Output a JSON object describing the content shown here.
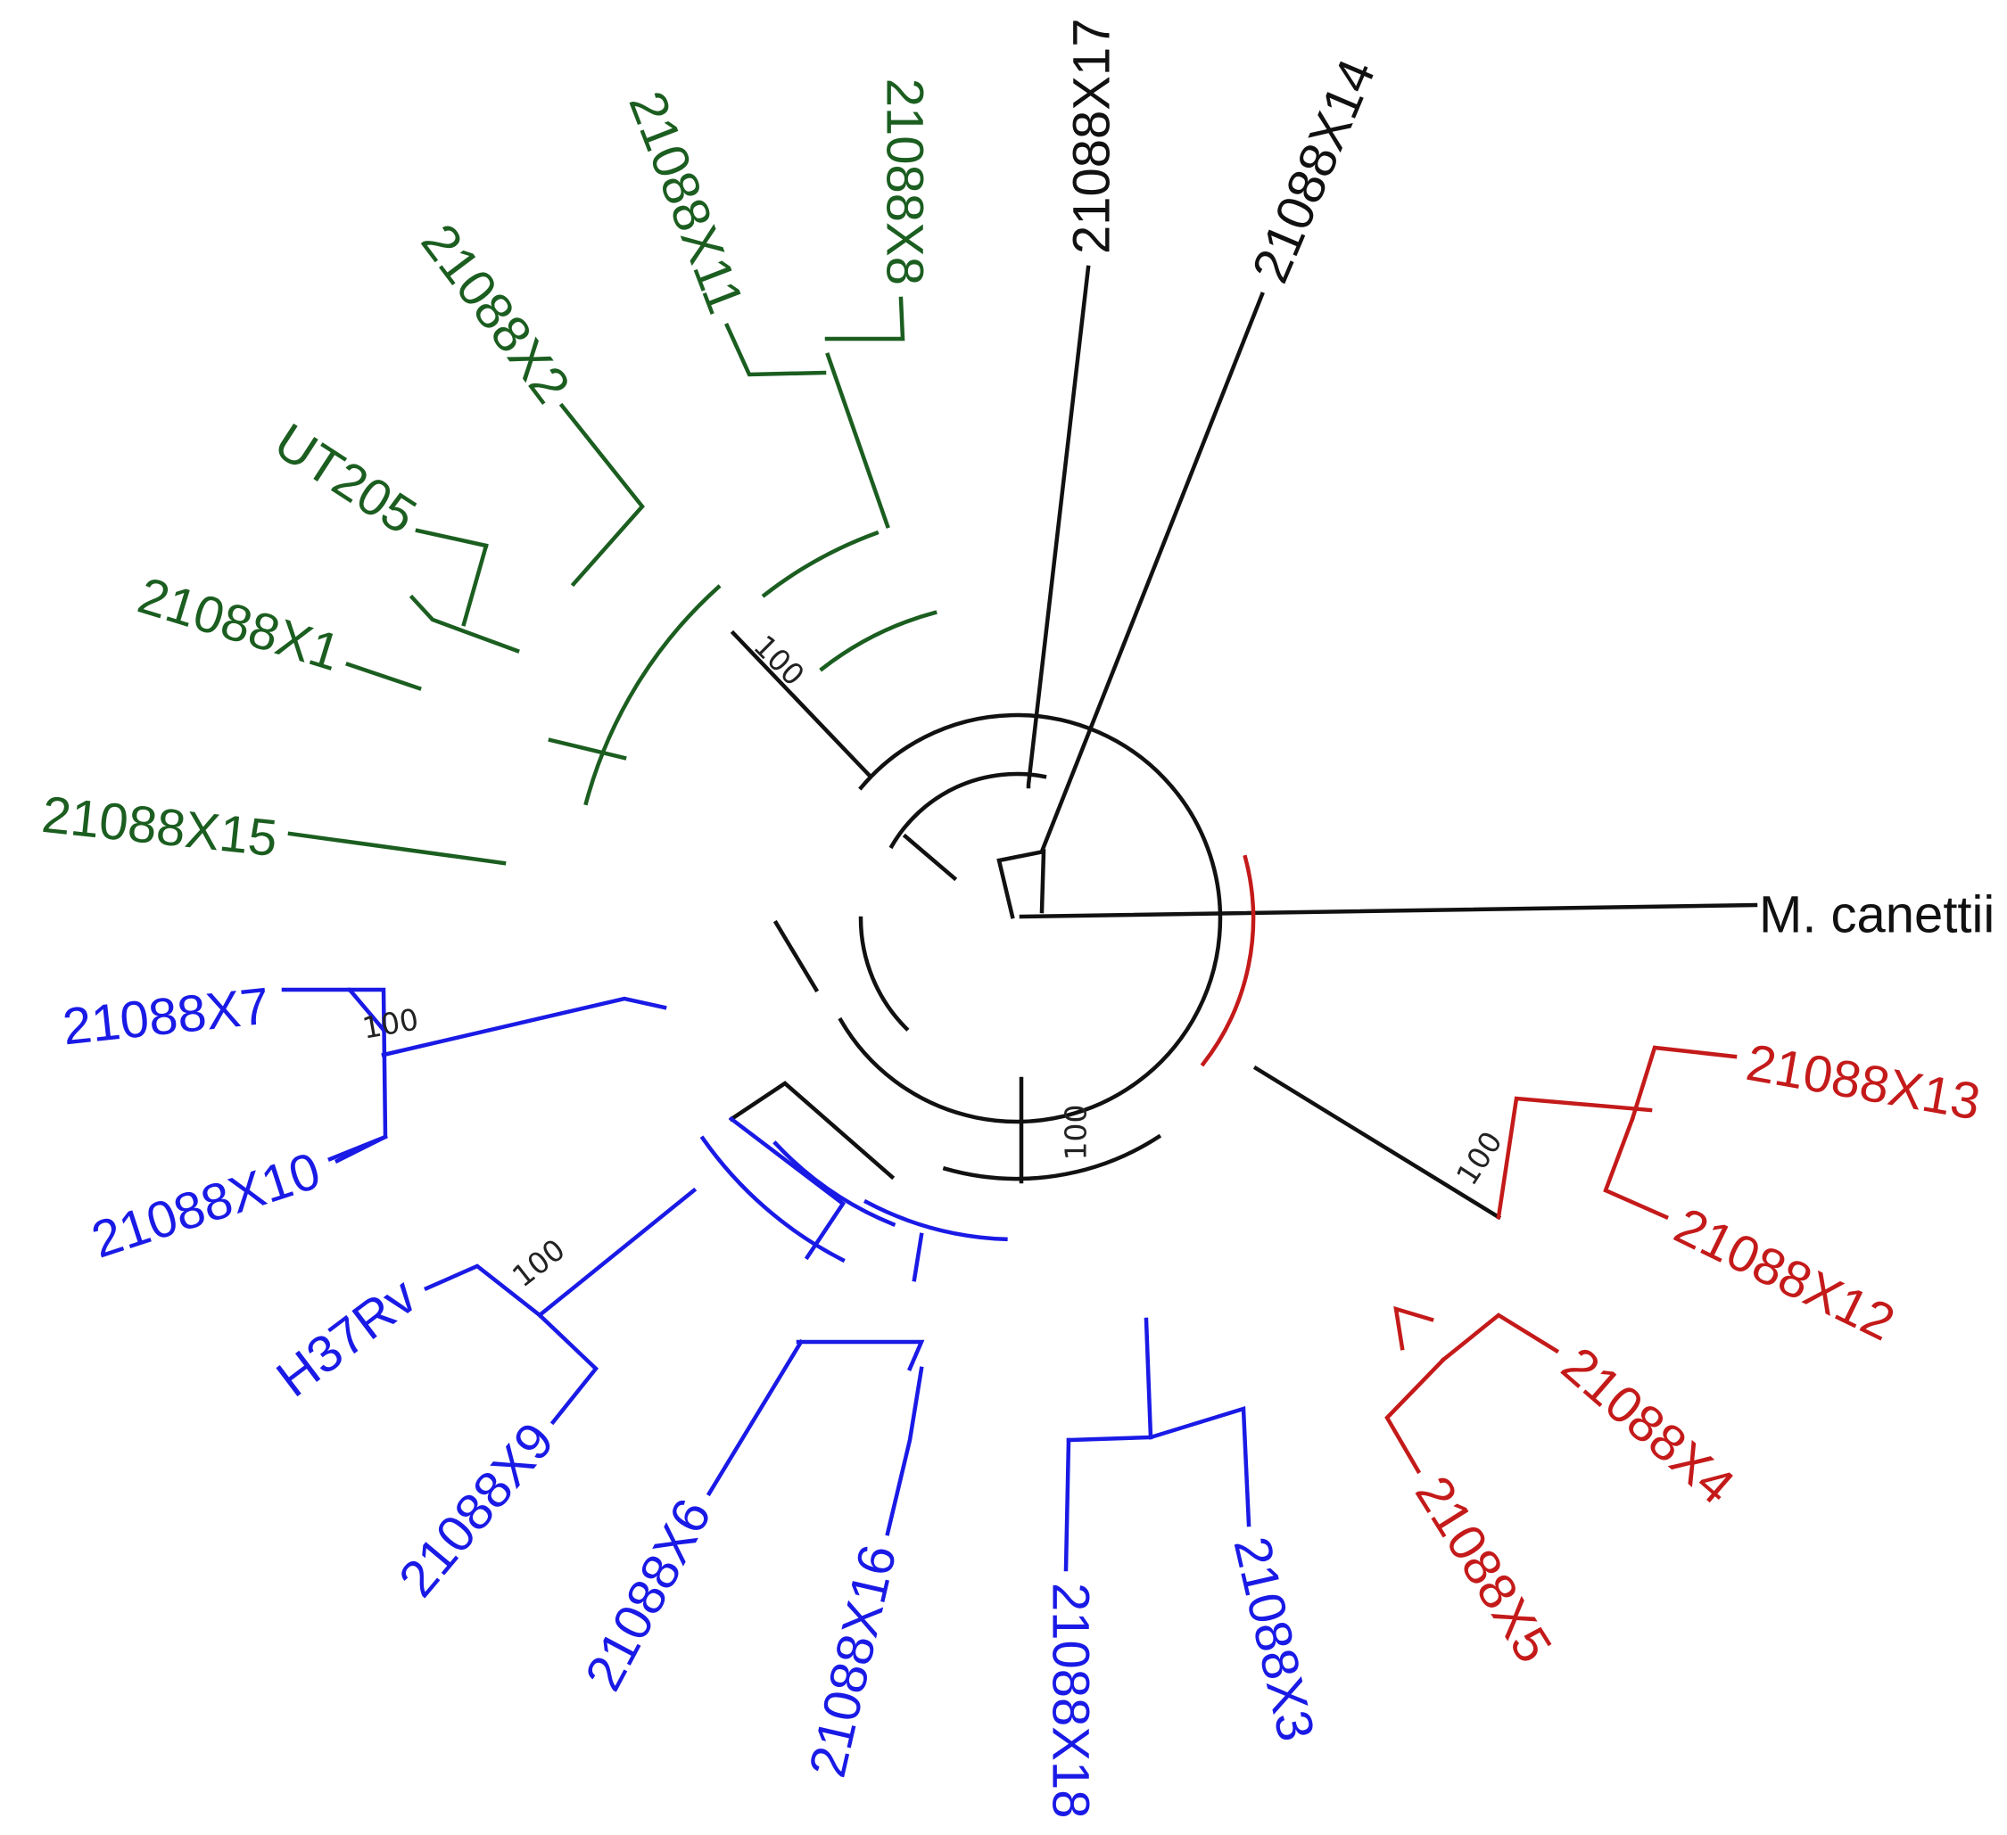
{
  "colors": {
    "outgroup": "#111111",
    "green_clade": "#1b5e20",
    "blue_clade": "#1a1ae6",
    "red_clade": "#c41a1a",
    "background": "#ffffff"
  },
  "tree": {
    "leaves": [
      {
        "id": "canettii",
        "label": "M. canettii",
        "clade": "outgroup"
      },
      {
        "id": "x14",
        "label": "21088X14",
        "clade": "outgroup"
      },
      {
        "id": "x17",
        "label": "21088X17",
        "clade": "outgroup"
      },
      {
        "id": "x8",
        "label": "21088X8",
        "clade": "green_clade"
      },
      {
        "id": "x11",
        "label": "21088X11",
        "clade": "green_clade"
      },
      {
        "id": "x2",
        "label": "21088X2",
        "clade": "green_clade"
      },
      {
        "id": "ut205",
        "label": "UT205",
        "clade": "green_clade"
      },
      {
        "id": "x1",
        "label": "21088X1",
        "clade": "green_clade"
      },
      {
        "id": "x15",
        "label": "21088X15",
        "clade": "green_clade"
      },
      {
        "id": "x7",
        "label": "21088X7",
        "clade": "blue_clade"
      },
      {
        "id": "x10",
        "label": "21088X10",
        "clade": "blue_clade"
      },
      {
        "id": "h37rv",
        "label": "H37Rv",
        "clade": "blue_clade"
      },
      {
        "id": "x9",
        "label": "21088X9",
        "clade": "blue_clade"
      },
      {
        "id": "x6",
        "label": "21088X6",
        "clade": "blue_clade"
      },
      {
        "id": "x16",
        "label": "21088X16",
        "clade": "blue_clade"
      },
      {
        "id": "x18",
        "label": "21088X18",
        "clade": "blue_clade"
      },
      {
        "id": "x3",
        "label": "21088X3",
        "clade": "blue_clade"
      },
      {
        "id": "x5",
        "label": "21088X5",
        "clade": "red_clade"
      },
      {
        "id": "x4",
        "label": "21088X4",
        "clade": "red_clade"
      },
      {
        "id": "x12",
        "label": "21088X12",
        "clade": "red_clade"
      },
      {
        "id": "x13",
        "label": "21088X13",
        "clade": "red_clade"
      }
    ],
    "bootstrap_values": [
      {
        "id": "bs-green",
        "value": "100"
      },
      {
        "id": "bs-blue-top",
        "value": "100"
      },
      {
        "id": "bs-blue-h37",
        "value": "100"
      },
      {
        "id": "bs-center",
        "value": "100"
      },
      {
        "id": "bs-red",
        "value": "100"
      }
    ]
  }
}
